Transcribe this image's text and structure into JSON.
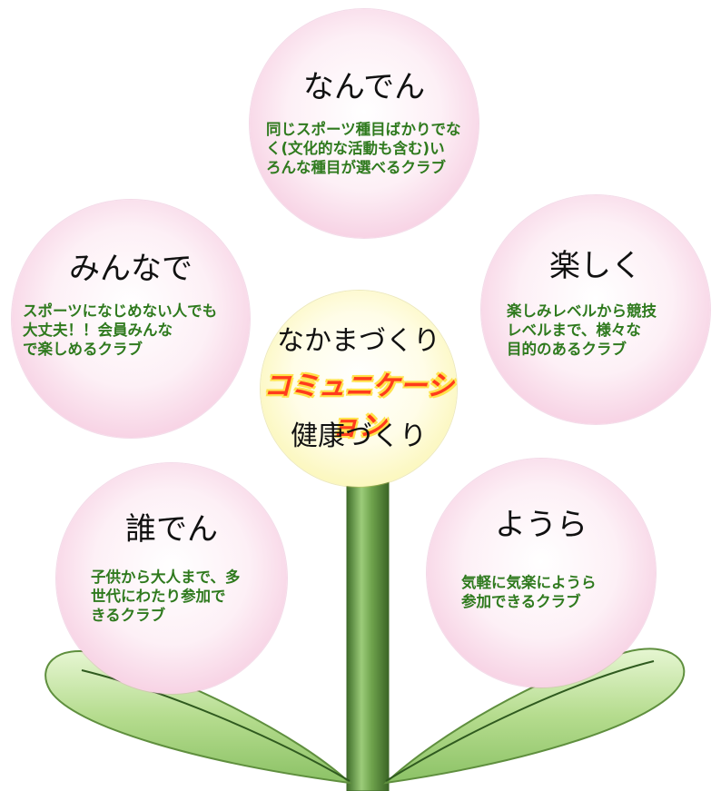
{
  "colors": {
    "petal": "#f6cde1",
    "center": "#fbf6b5",
    "description_text": "#2f7a1e",
    "communication_text": "#ff3b1c",
    "communication_outline": "#ffe24a",
    "leaf": "#b5dc8e",
    "stem": "#5b8d3d"
  },
  "petals": {
    "top": {
      "title": "なんでん",
      "description": "同じスポーツ種目ばかりでな\nく(文化的な活動も含む)い\nろんな種目が選べるクラブ"
    },
    "left": {
      "title": "みんなで",
      "description": "スポーツになじめない人でも\n大丈夫！！会員みんな\nで楽しめるクラブ"
    },
    "right": {
      "title": "楽しく",
      "description": "楽しみレベルから競技\nレベルまで、様々な\n目的のあるクラブ"
    },
    "bottom_left": {
      "title": "誰でん",
      "description": "子供から大人まで、多\n世代にわたり参加で\nきるクラブ"
    },
    "bottom_right": {
      "title": "ようら",
      "description": "気軽に気楽にようら\n参加できるクラブ"
    }
  },
  "center": {
    "line1": "なかまづくり",
    "communication": "コミュニケーション",
    "line2": "健康づくり"
  }
}
